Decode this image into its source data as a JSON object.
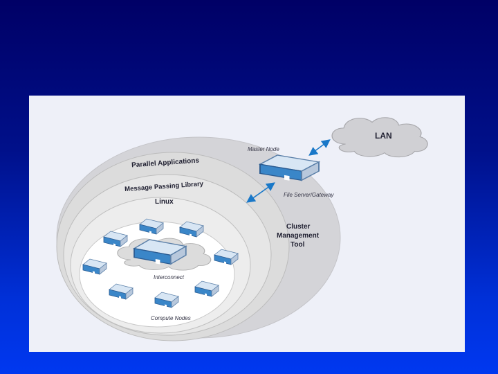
{
  "diagram": {
    "layers": {
      "parallel_applications": "Parallel Applications",
      "message_passing_library": "Message Passing Library",
      "linux": "Linux",
      "cluster_management_tool": [
        "Cluster",
        "Management",
        "Tool"
      ]
    },
    "nodes": {
      "master_node": "Master Node",
      "file_server_gateway": "File Server/Gateway",
      "lan": "LAN",
      "interconnect": "Interconnect",
      "compute_nodes": "Compute Nodes"
    },
    "icons": [
      "server-icon",
      "cloud-icon",
      "double-arrow-icon"
    ],
    "colors": {
      "background_top": "#000066",
      "background_bottom": "#0038f0",
      "panel": "#eef0f8",
      "server_blue": "#3a86c8",
      "arrow_blue": "#1a78c8"
    }
  }
}
